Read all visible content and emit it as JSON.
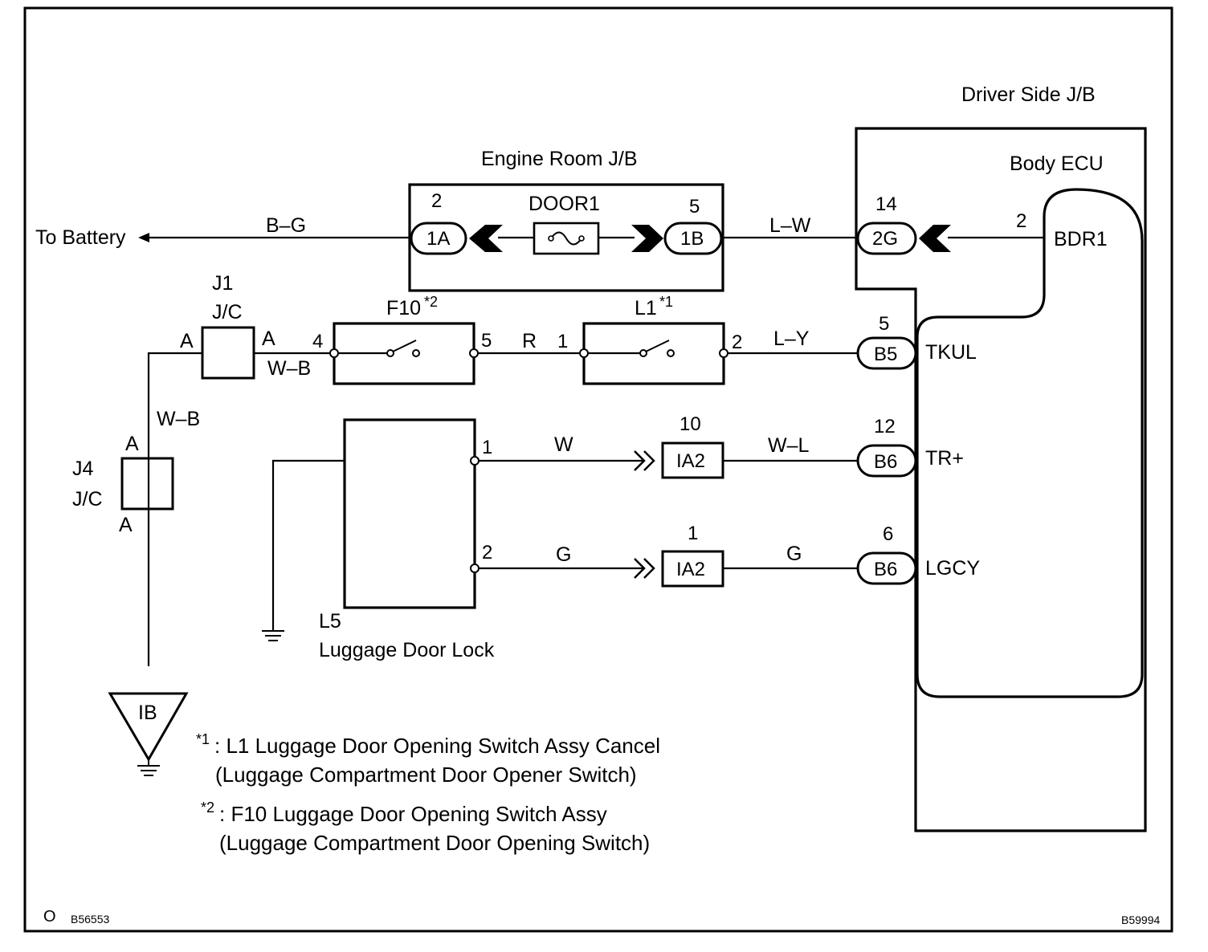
{
  "diagram": {
    "driver_jb": "Driver Side J/B",
    "body_ecu": "Body ECU",
    "engine_jb": "Engine Room J/B",
    "door_fuse": "DOOR1",
    "to_battery": "To Battery",
    "wire_bg": "B–G",
    "wire_lw": "L–W",
    "wire_r": "R",
    "wire_ly": "L–Y",
    "wire_wb_top": "W–B",
    "wire_wb_vert": "W–B",
    "wire_w": "W",
    "wire_wl": "W–L",
    "wire_g1": "G",
    "wire_g2": "G",
    "pins": {
      "p_1a": "2",
      "p_1b": "5",
      "p_2g": "14",
      "p_bdr1": "2",
      "p_b5": "5",
      "p_b6a": "12",
      "p_b6b": "6",
      "p_f10_in": "4",
      "p_f10_out": "5",
      "p_l1_in": "1",
      "p_l1_out": "2",
      "p_ia2a": "10",
      "p_ia2b": "1",
      "p_l5_1": "1",
      "p_l5_2": "2"
    },
    "connectors": {
      "c_1a": "1A",
      "c_1b": "1B",
      "c_2g": "2G",
      "c_b5": "B5",
      "c_b6a": "B6",
      "c_b6b": "B6",
      "c_ia2a": "IA2",
      "c_ia2b": "IA2"
    },
    "ecu_terms": {
      "bdr1": "BDR1",
      "tkul": "TKUL",
      "trp": "TR+",
      "lgcy": "LGCY"
    },
    "j1": {
      "name": "J1",
      "type": "J/C",
      "left": "A",
      "right": "A"
    },
    "j4": {
      "name": "J4",
      "type": "J/C",
      "top": "A",
      "bottom": "A"
    },
    "f10": {
      "name": "F10",
      "sup": "*2"
    },
    "l1": {
      "name": "L1",
      "sup": "*1"
    },
    "l5": {
      "name": "L5",
      "desc": "Luggage Door Lock"
    },
    "ground_ib": "IB",
    "notes": {
      "n1_mark": "*1",
      "n1_line1": ": L1 Luggage Door Opening Switch Assy Cancel",
      "n1_line2": "(Luggage Compartment Door Opener Switch)",
      "n2_mark": "*2",
      "n2_line1": ": F10 Luggage Door Opening Switch Assy",
      "n2_line2": "(Luggage Compartment Door Opening Switch)"
    },
    "corner_o": "O",
    "code_left": "B56553",
    "code_right": "B59994"
  }
}
